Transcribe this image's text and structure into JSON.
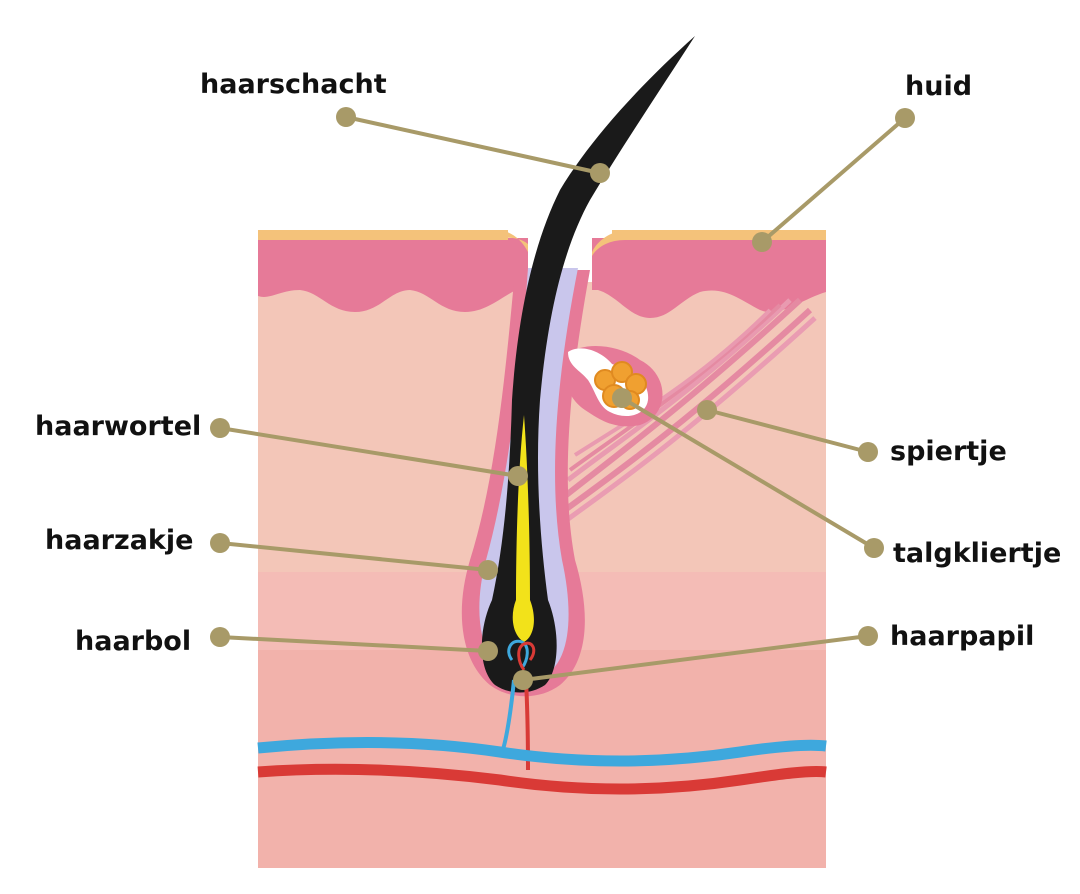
{
  "labels": {
    "hair_shaft": "haarschacht",
    "skin": "huid",
    "hair_root": "haarwortel",
    "hair_follicle": "haarzakje",
    "hair_bulb": "haarbol",
    "muscle": "spiertje",
    "sebaceous_gland": "talgkliertje",
    "hair_papilla": "haarpapil"
  },
  "colors": {
    "leader": "#a89a68",
    "epidermis_top": "#f4c27a",
    "epidermis": "#e67a98",
    "dermis": "#f3c6b8",
    "hypodermis": "#f4bcb6",
    "hair": "#1a1a1a",
    "root_core": "#f2e21a",
    "sheath": "#c9c6ec",
    "gland": "#f0a030",
    "vein": "#3ea8dd",
    "artery": "#d93a36"
  }
}
